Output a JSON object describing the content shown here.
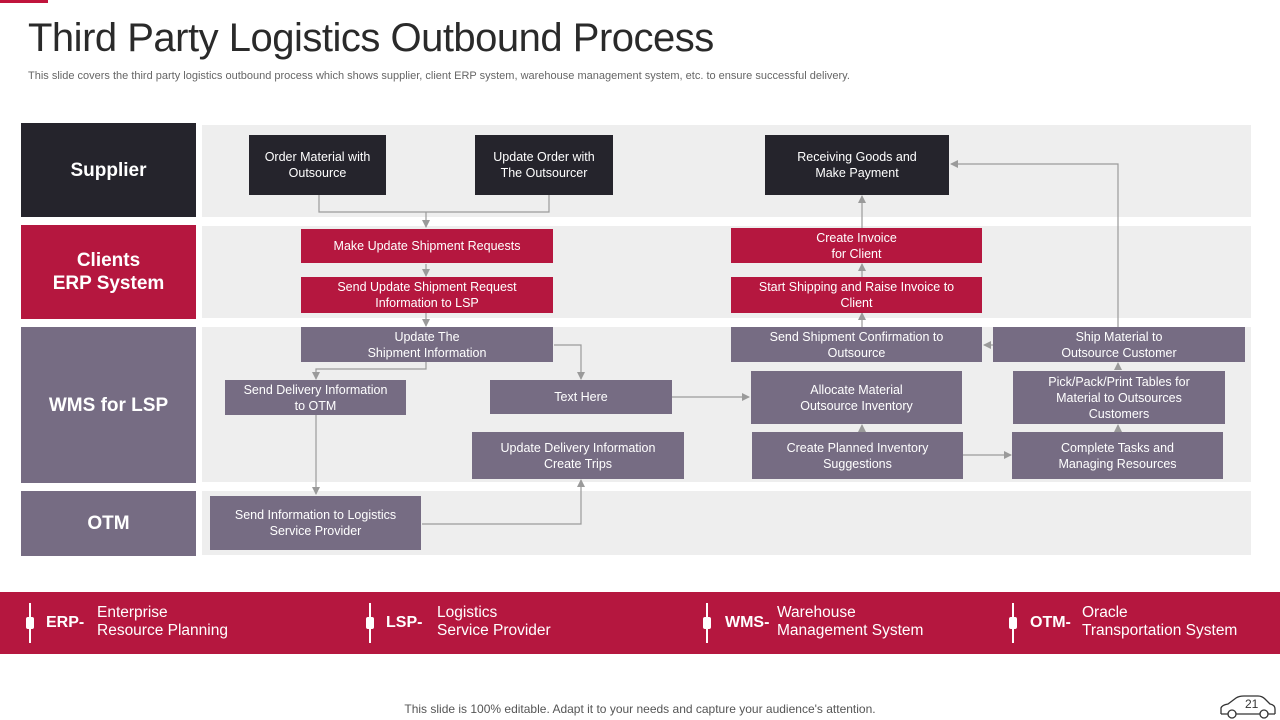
{
  "header": {
    "title": "Third Party Logistics Outbound Process",
    "subtitle": "This slide covers the third party logistics outbound process which shows supplier, client ERP system, warehouse management system, etc. to ensure successful delivery."
  },
  "lanes": {
    "supplier": "Supplier",
    "clients": "Clients\nERP System",
    "wms": "WMS for LSP",
    "otm": "OTM"
  },
  "nodes": {
    "order_material": "Order Material with\nOutsource",
    "update_order": "Update Order with\nThe Outsourcer",
    "receiving_goods": "Receiving Goods and\nMake Payment",
    "make_update_requests": "Make Update Shipment Requests",
    "send_update_request": "Send Update Shipment Request\nInformation to LSP",
    "create_invoice": "Create Invoice\nfor Client",
    "start_shipping": "Start Shipping and Raise Invoice to\nClient",
    "update_shipment_info": "Update The\nShipment Information",
    "send_delivery_info": "Send Delivery Information\nto OTM",
    "text_here": "Text Here",
    "update_delivery_info": "Update Delivery Information\nCreate Trips",
    "send_shipment_confirmation": "Send Shipment Confirmation to\nOutsource",
    "allocate_material": "Allocate Material\nOutsource Inventory",
    "create_planned_inventory": "Create Planned Inventory\nSuggestions",
    "ship_material": "Ship Material to\nOutsource Customer",
    "pick_pack_print": "Pick/Pack/Print Tables for\nMaterial to Outsources\nCustomers",
    "complete_tasks": "Complete Tasks and\nManaging Resources",
    "send_info_lsp": "Send Information to Logistics\nService Provider"
  },
  "legend": [
    {
      "abbr": "ERP-",
      "desc": "Enterprise\nResource Planning"
    },
    {
      "abbr": "LSP-",
      "desc": "Logistics\nService Provider"
    },
    {
      "abbr": "WMS-",
      "desc": "Warehouse\nManagement System"
    },
    {
      "abbr": "OTM-",
      "desc": "Oracle\nTransportation System"
    }
  ],
  "footer": {
    "note": "This slide is 100% editable. Adapt it to your needs and capture your audience's attention.",
    "page_number": "21"
  },
  "colors": {
    "accent_red": "#b5173f",
    "dark": "#25242c",
    "grey": "#766c83",
    "lane_bg": "#eeeeee"
  },
  "icons": [
    "car-icon"
  ]
}
